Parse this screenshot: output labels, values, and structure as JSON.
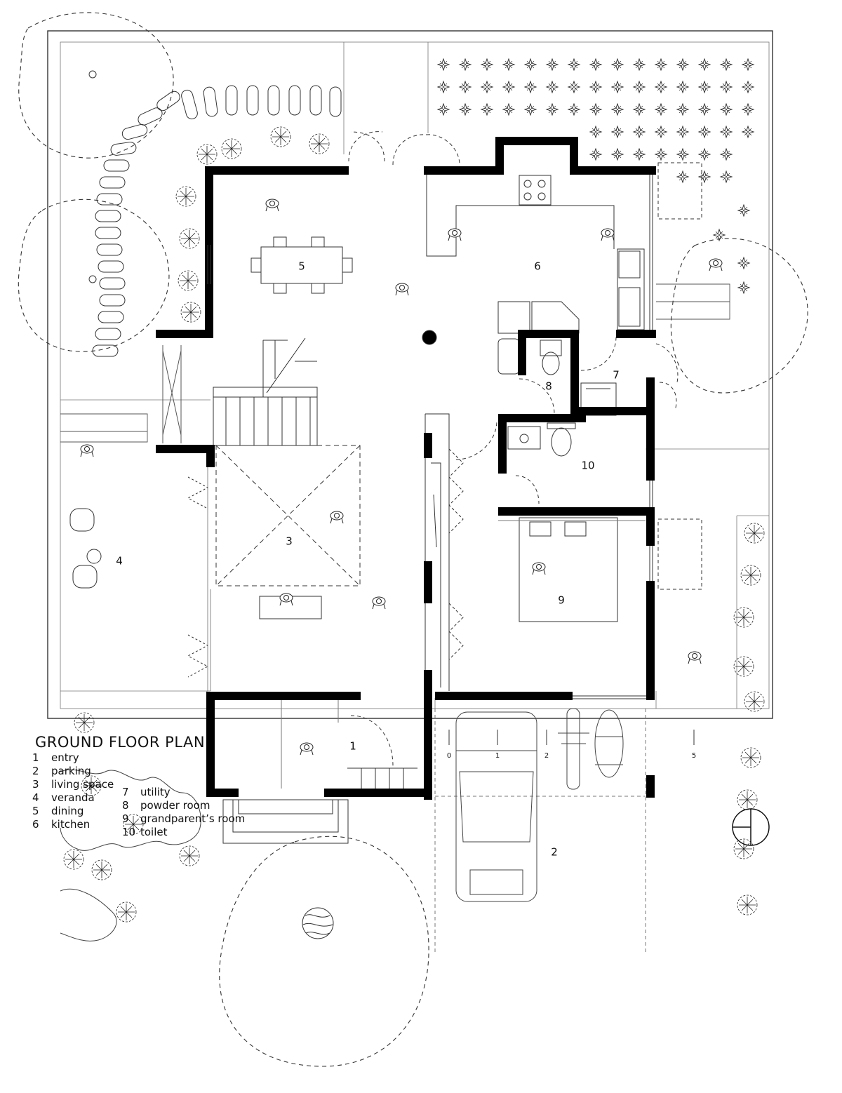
{
  "title": "GROUND FLOOR PLAN",
  "legend": [
    {
      "num": "1",
      "label": "entry"
    },
    {
      "num": "2",
      "label": "parking"
    },
    {
      "num": "3",
      "label": "living space"
    },
    {
      "num": "4",
      "label": "veranda"
    },
    {
      "num": "5",
      "label": "dining"
    },
    {
      "num": "6",
      "label": "kitchen"
    },
    {
      "num": "7",
      "label": "utility"
    },
    {
      "num": "8",
      "label": "powder room"
    },
    {
      "num": "9",
      "label": "grandparent’s room"
    },
    {
      "num": "10",
      "label": "toilet"
    }
  ],
  "room_tags": [
    "1",
    "2",
    "3",
    "4",
    "5",
    "6",
    "7",
    "8",
    "9",
    "10"
  ],
  "scale_ticks": [
    "0",
    "1",
    "2",
    "5"
  ],
  "icons": [
    "north-arrow-icon",
    "tree-icon",
    "plant-icon",
    "person-icon",
    "car-icon",
    "motorbike-icon",
    "stove-icon",
    "sink-icon",
    "toilet-icon",
    "bed-icon"
  ]
}
